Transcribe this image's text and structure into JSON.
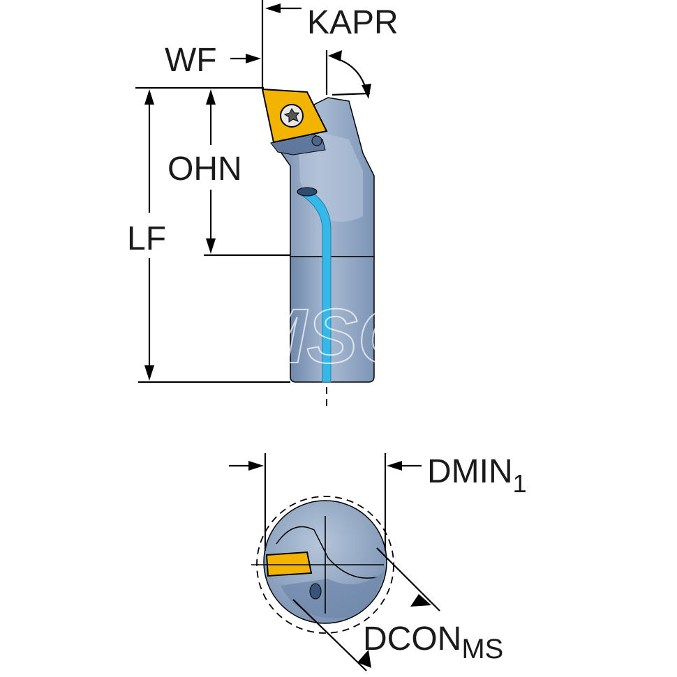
{
  "labels": {
    "kapr": "KAPR",
    "wf": "WF",
    "ohn": "OHN",
    "lf": "LF",
    "dmin": "DMIN",
    "dmin_sub": "1",
    "dcon": "DCON",
    "dcon_sub": "MS",
    "watermark": "MSC"
  },
  "colors": {
    "tool_body": "#8fa6c4",
    "tool_body_light": "#b3c3d8",
    "tool_body_dark": "#6a84a6",
    "insert": "#f2b400",
    "coolant": "#35b8e8",
    "outline": "#000000"
  },
  "icons": {
    "insert_screw": "torx-screw-icon"
  }
}
